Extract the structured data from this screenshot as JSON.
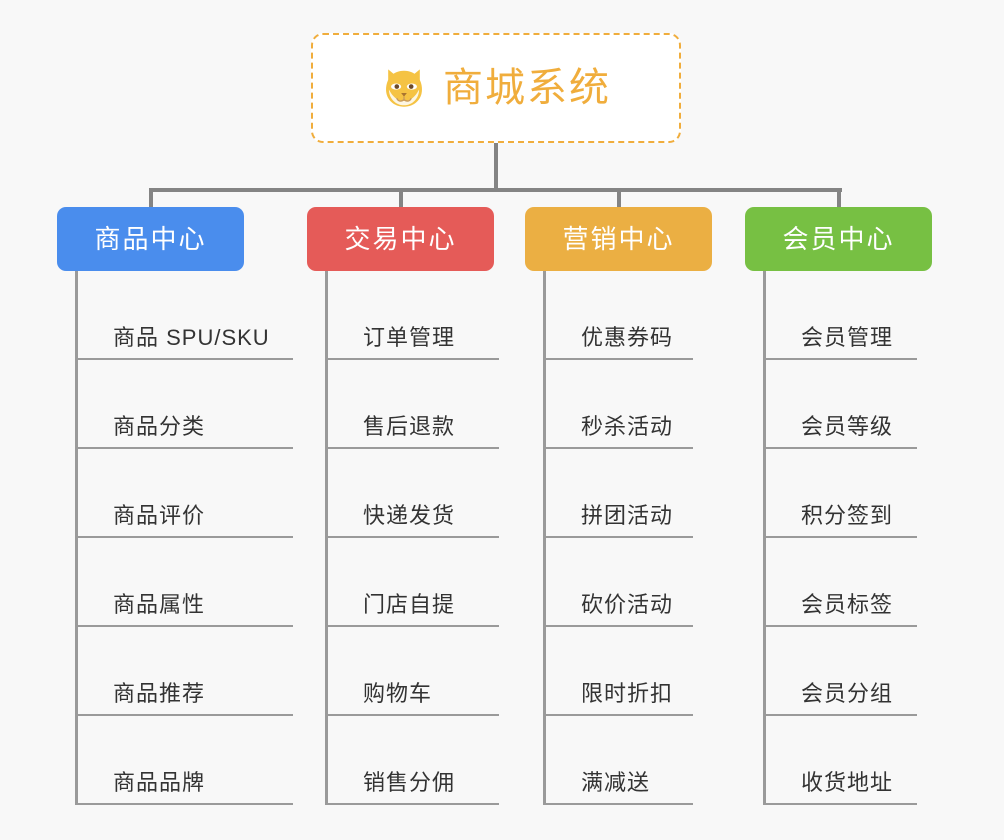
{
  "diagram": {
    "type": "mindmap",
    "background_color": "#f8f8f8",
    "connector_color": "#848484",
    "leaf_line_color": "#9a9a9a",
    "leaf_text_color": "#333333"
  },
  "root": {
    "title": "商城系统",
    "icon": "shiba-dog-face-icon",
    "accent_color": "#f0ad3c",
    "background_color": "#ffffff",
    "border_style": "dashed"
  },
  "categories": [
    {
      "label": "商品中心",
      "color": "#4a8ded",
      "items": [
        "商品 SPU/SKU",
        "商品分类",
        "商品评价",
        "商品属性",
        "商品推荐",
        "商品品牌"
      ]
    },
    {
      "label": "交易中心",
      "color": "#e55b58",
      "items": [
        "订单管理",
        "售后退款",
        "快递发货",
        "门店自提",
        "购物车",
        "销售分佣"
      ]
    },
    {
      "label": "营销中心",
      "color": "#ebaf43",
      "items": [
        "优惠券码",
        "秒杀活动",
        "拼团活动",
        "砍价活动",
        "限时折扣",
        "满减送"
      ]
    },
    {
      "label": "会员中心",
      "color": "#77c043",
      "items": [
        "会员管理",
        "会员等级",
        "积分签到",
        "会员标签",
        "会员分组",
        "收货地址"
      ]
    }
  ],
  "layout": {
    "category_x": [
      57,
      307,
      525,
      745
    ],
    "category_width": [
      187,
      187,
      187,
      187
    ],
    "leaf_widths": [
      218,
      174,
      150,
      154
    ]
  }
}
